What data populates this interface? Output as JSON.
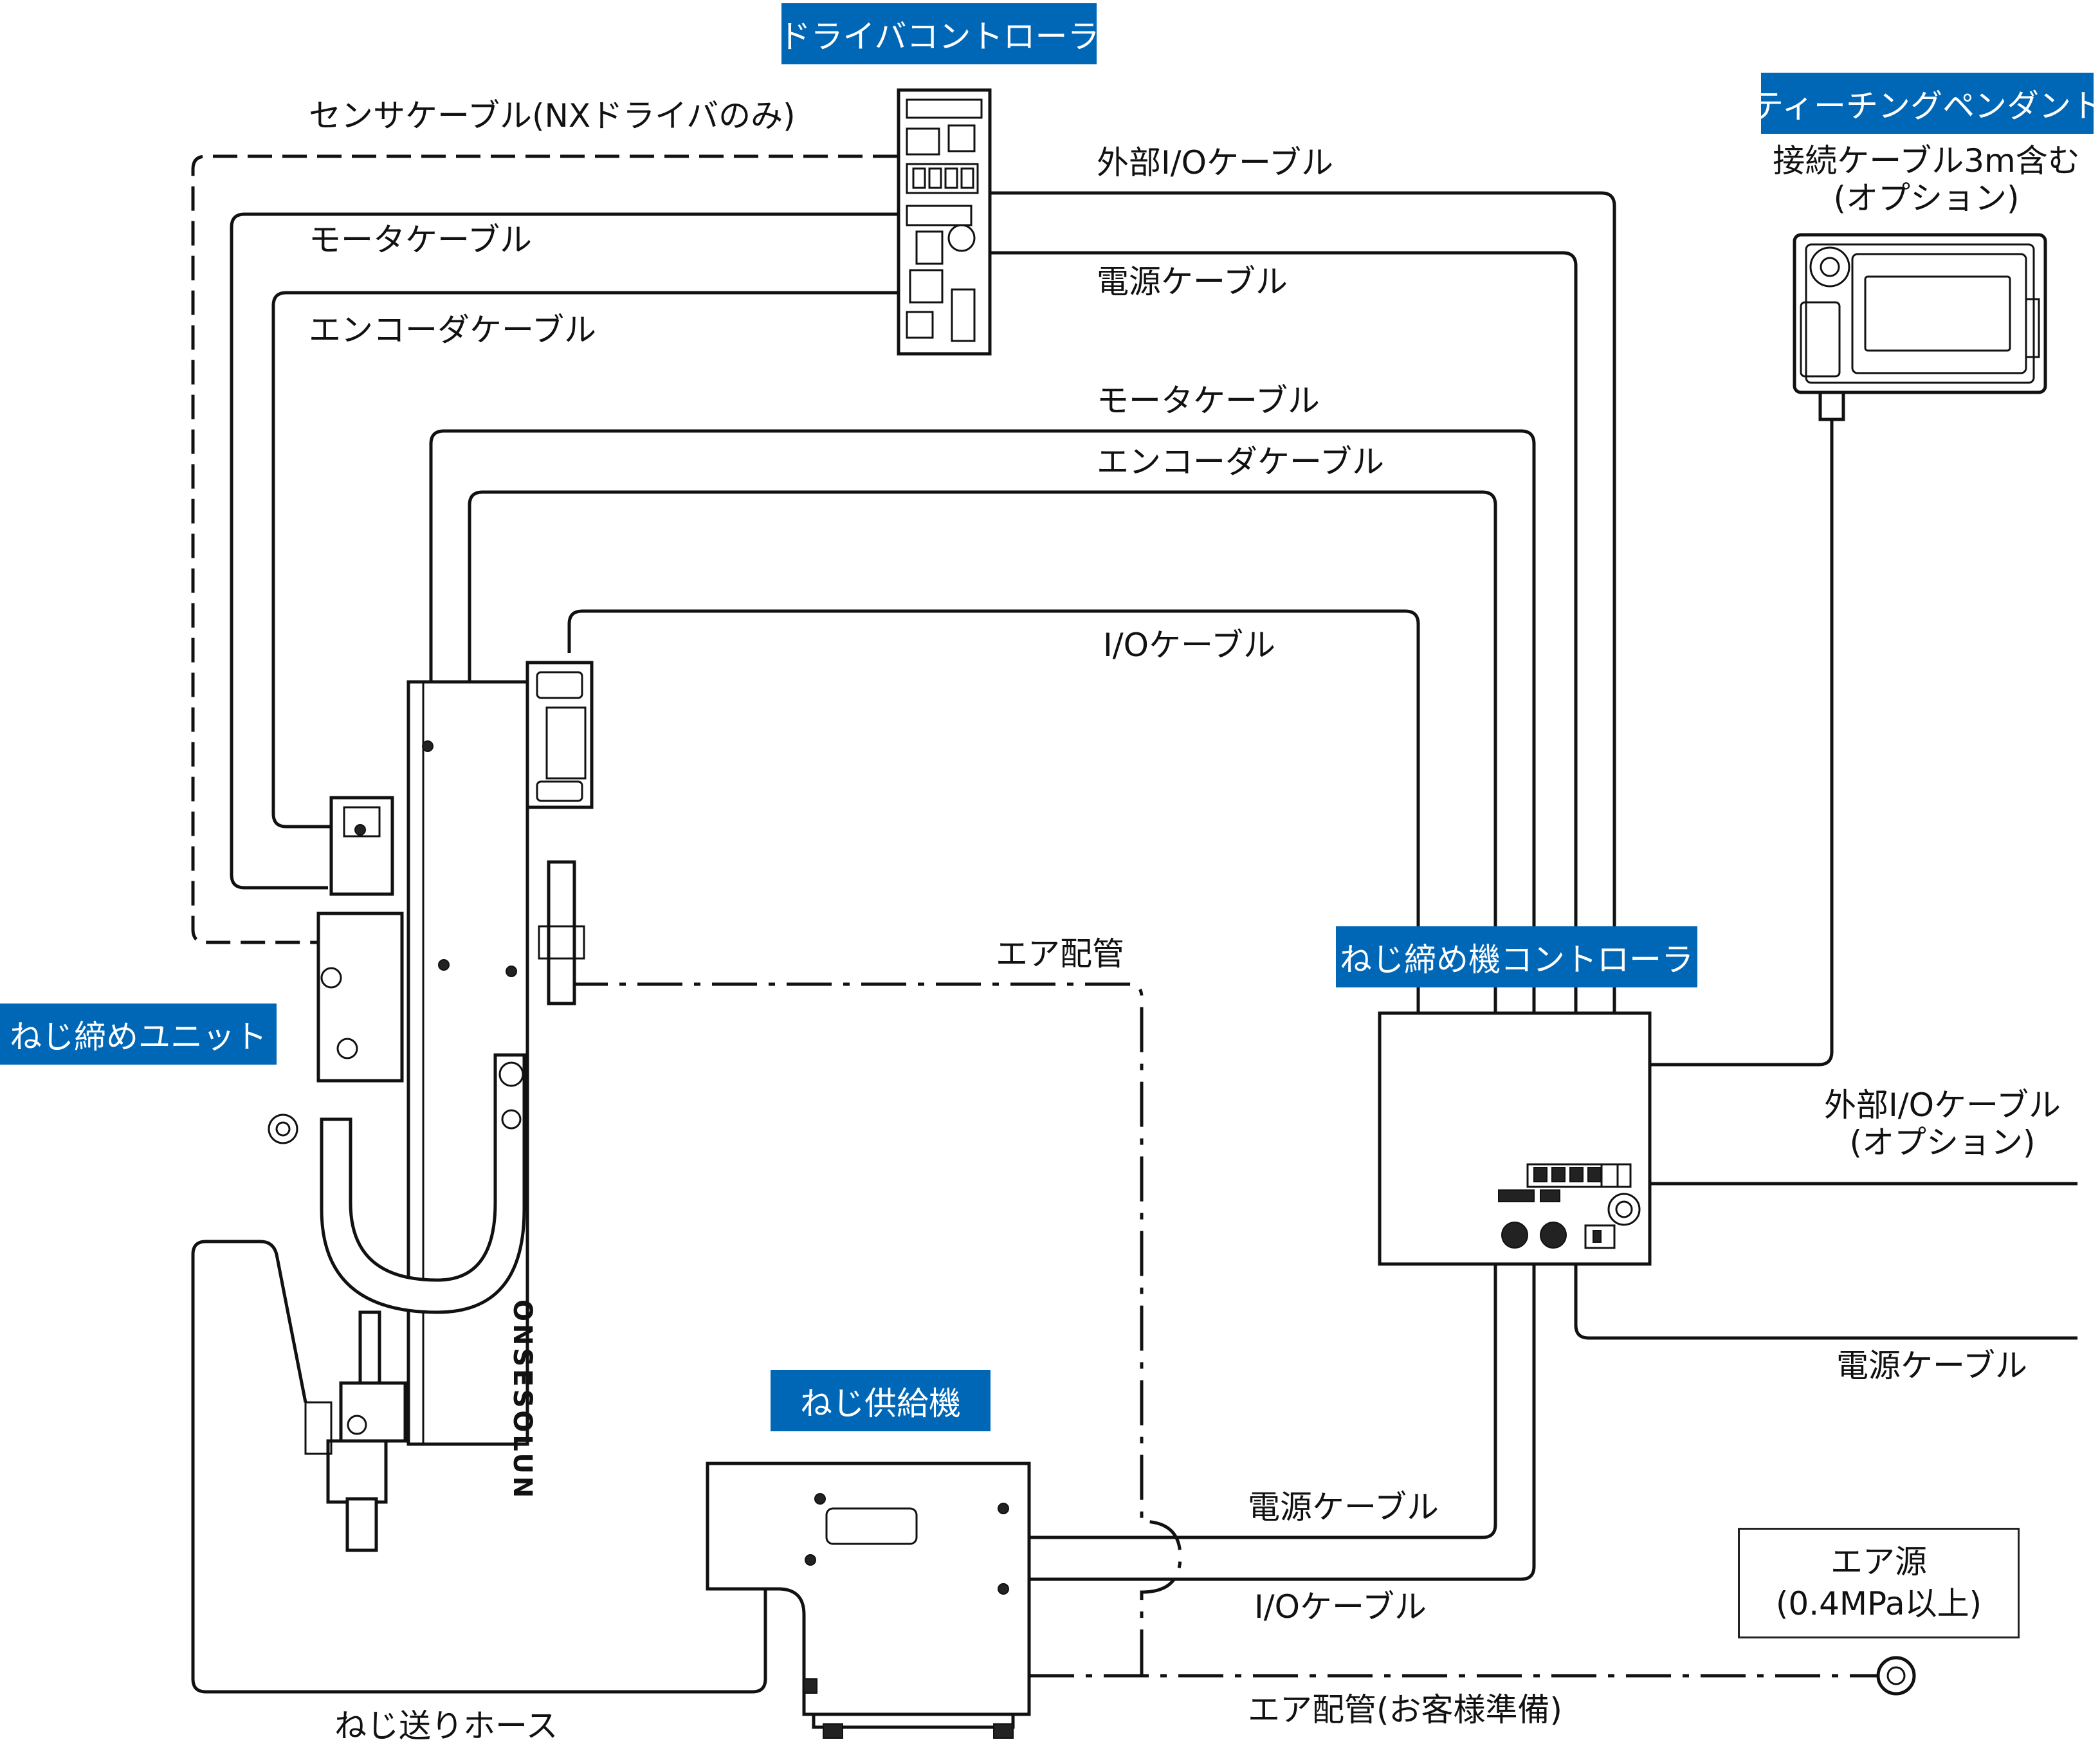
{
  "tags": {
    "driver_controller": "ドライバコントローラ",
    "teaching_pendant": "ティーチングペンダント",
    "screw_unit": "ねじ締めユニット",
    "screw_controller": "ねじ締め機コントローラ",
    "screw_feeder": "ねじ供給機"
  },
  "pendant_note": {
    "line1": "接続ケーブル3m含む",
    "line2": "(オプション)"
  },
  "driver_cables": {
    "sensor": "センサケーブル(NXドライバのみ)",
    "motor": "モータケーブル",
    "encoder": "エンコーダケーブル"
  },
  "controller_cables": {
    "ext_io": "外部I/Oケーブル",
    "power": "電源ケーブル",
    "motor": "モータケーブル",
    "encoder": "エンコーダケーブル",
    "io": "I/Oケーブル"
  },
  "air": {
    "pipe": "エア配管",
    "pipe_customer": "エア配管(お客様準備)"
  },
  "right_cables": {
    "ext_io_line1": "外部I/Oケーブル",
    "ext_io_line2": "(オプション)",
    "power": "電源ケーブル"
  },
  "feeder_cables": {
    "power": "電源ケーブル",
    "io": "I/Oケーブル"
  },
  "hose": "ねじ送りホース",
  "air_source": {
    "line1": "エア源",
    "line2": "(0.4MPa以上)"
  },
  "unit_logo": "ONSESOLUN",
  "colors": {
    "tag_bg": "#0067b7",
    "tag_text": "#ffffff",
    "line": "#111111"
  }
}
